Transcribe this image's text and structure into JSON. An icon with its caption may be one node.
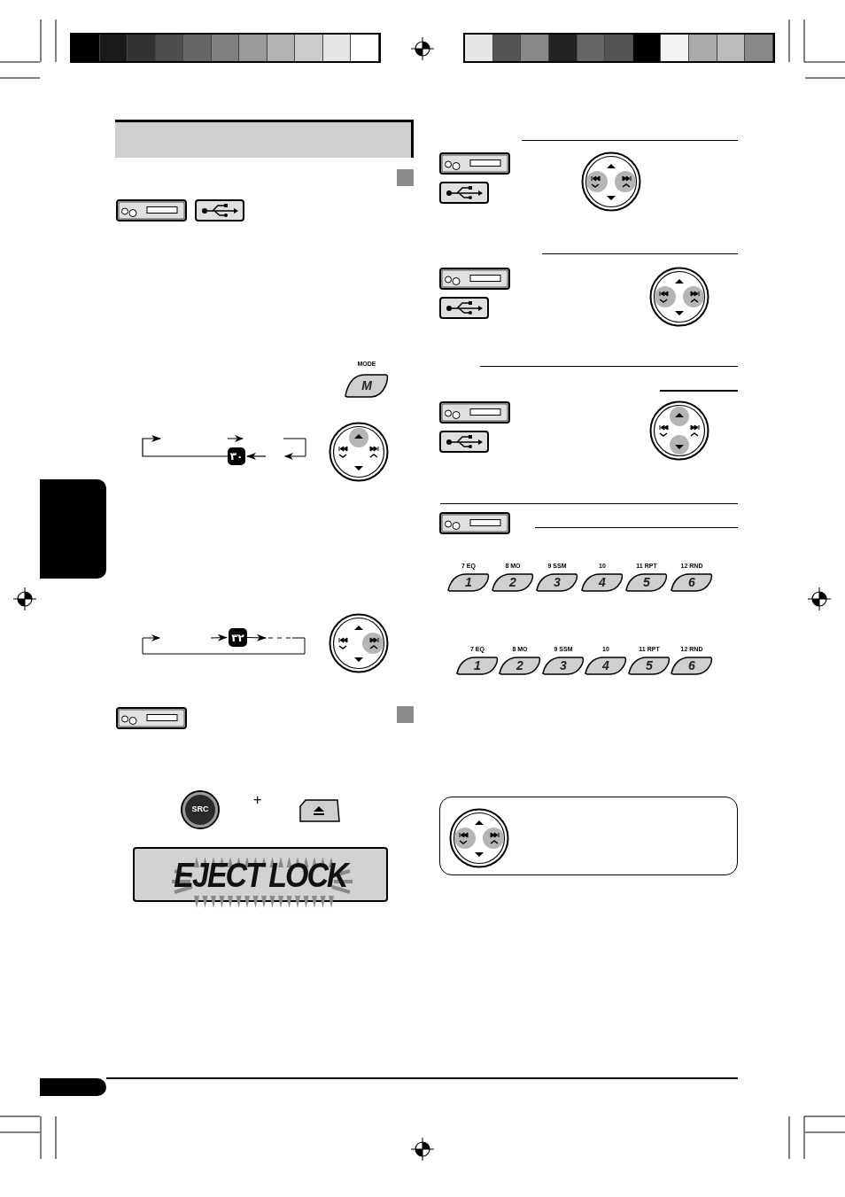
{
  "diagram": {
    "nodes": [
      {
        "text": [
          "M"
        ],
        "beside": [
          "MODE"
        ]
      },
      {
        "text": [
          "٣٠"
        ]
      },
      {
        "text": [
          "٣٢"
        ]
      },
      {
        "text": [
          "SRC"
        ]
      },
      {
        "text": [
          "EJECT LOCK"
        ]
      },
      {
        "text": [
          "1"
        ],
        "beside": [
          "7 EQ"
        ]
      },
      {
        "text": [
          "2"
        ],
        "beside": [
          "8 MO"
        ]
      },
      {
        "text": [
          "3"
        ],
        "beside": [
          "9 SSM"
        ]
      },
      {
        "text": [
          "4"
        ],
        "beside": [
          "10"
        ]
      },
      {
        "text": [
          "5"
        ],
        "beside": [
          "11 RPT"
        ]
      },
      {
        "text": [
          "6"
        ],
        "beside": [
          "12 RND"
        ]
      },
      {
        "text": [
          "1"
        ],
        "beside": [
          "7 EQ"
        ]
      },
      {
        "text": [
          "2"
        ],
        "beside": [
          "8 MO"
        ]
      },
      {
        "text": [
          "3"
        ],
        "beside": [
          "9 SSM"
        ]
      },
      {
        "text": [
          "4"
        ],
        "beside": [
          "10"
        ]
      },
      {
        "text": [
          "5"
        ],
        "beside": [
          "11 RPT"
        ]
      },
      {
        "text": [
          "6"
        ],
        "beside": [
          "12 RND"
        ]
      },
      {
        "text": [],
        "shape": "box"
      }
    ],
    "edges": [
      {
        "from": null,
        "to": 1,
        "arrow": "to"
      },
      {
        "from": null,
        "to": 2,
        "arrow": "to"
      },
      {
        "from": 2,
        "to": null,
        "arrow": "to"
      },
      {
        "from": 1,
        "to": null,
        "arrow": "to"
      }
    ],
    "labels": [
      "+"
    ]
  }
}
